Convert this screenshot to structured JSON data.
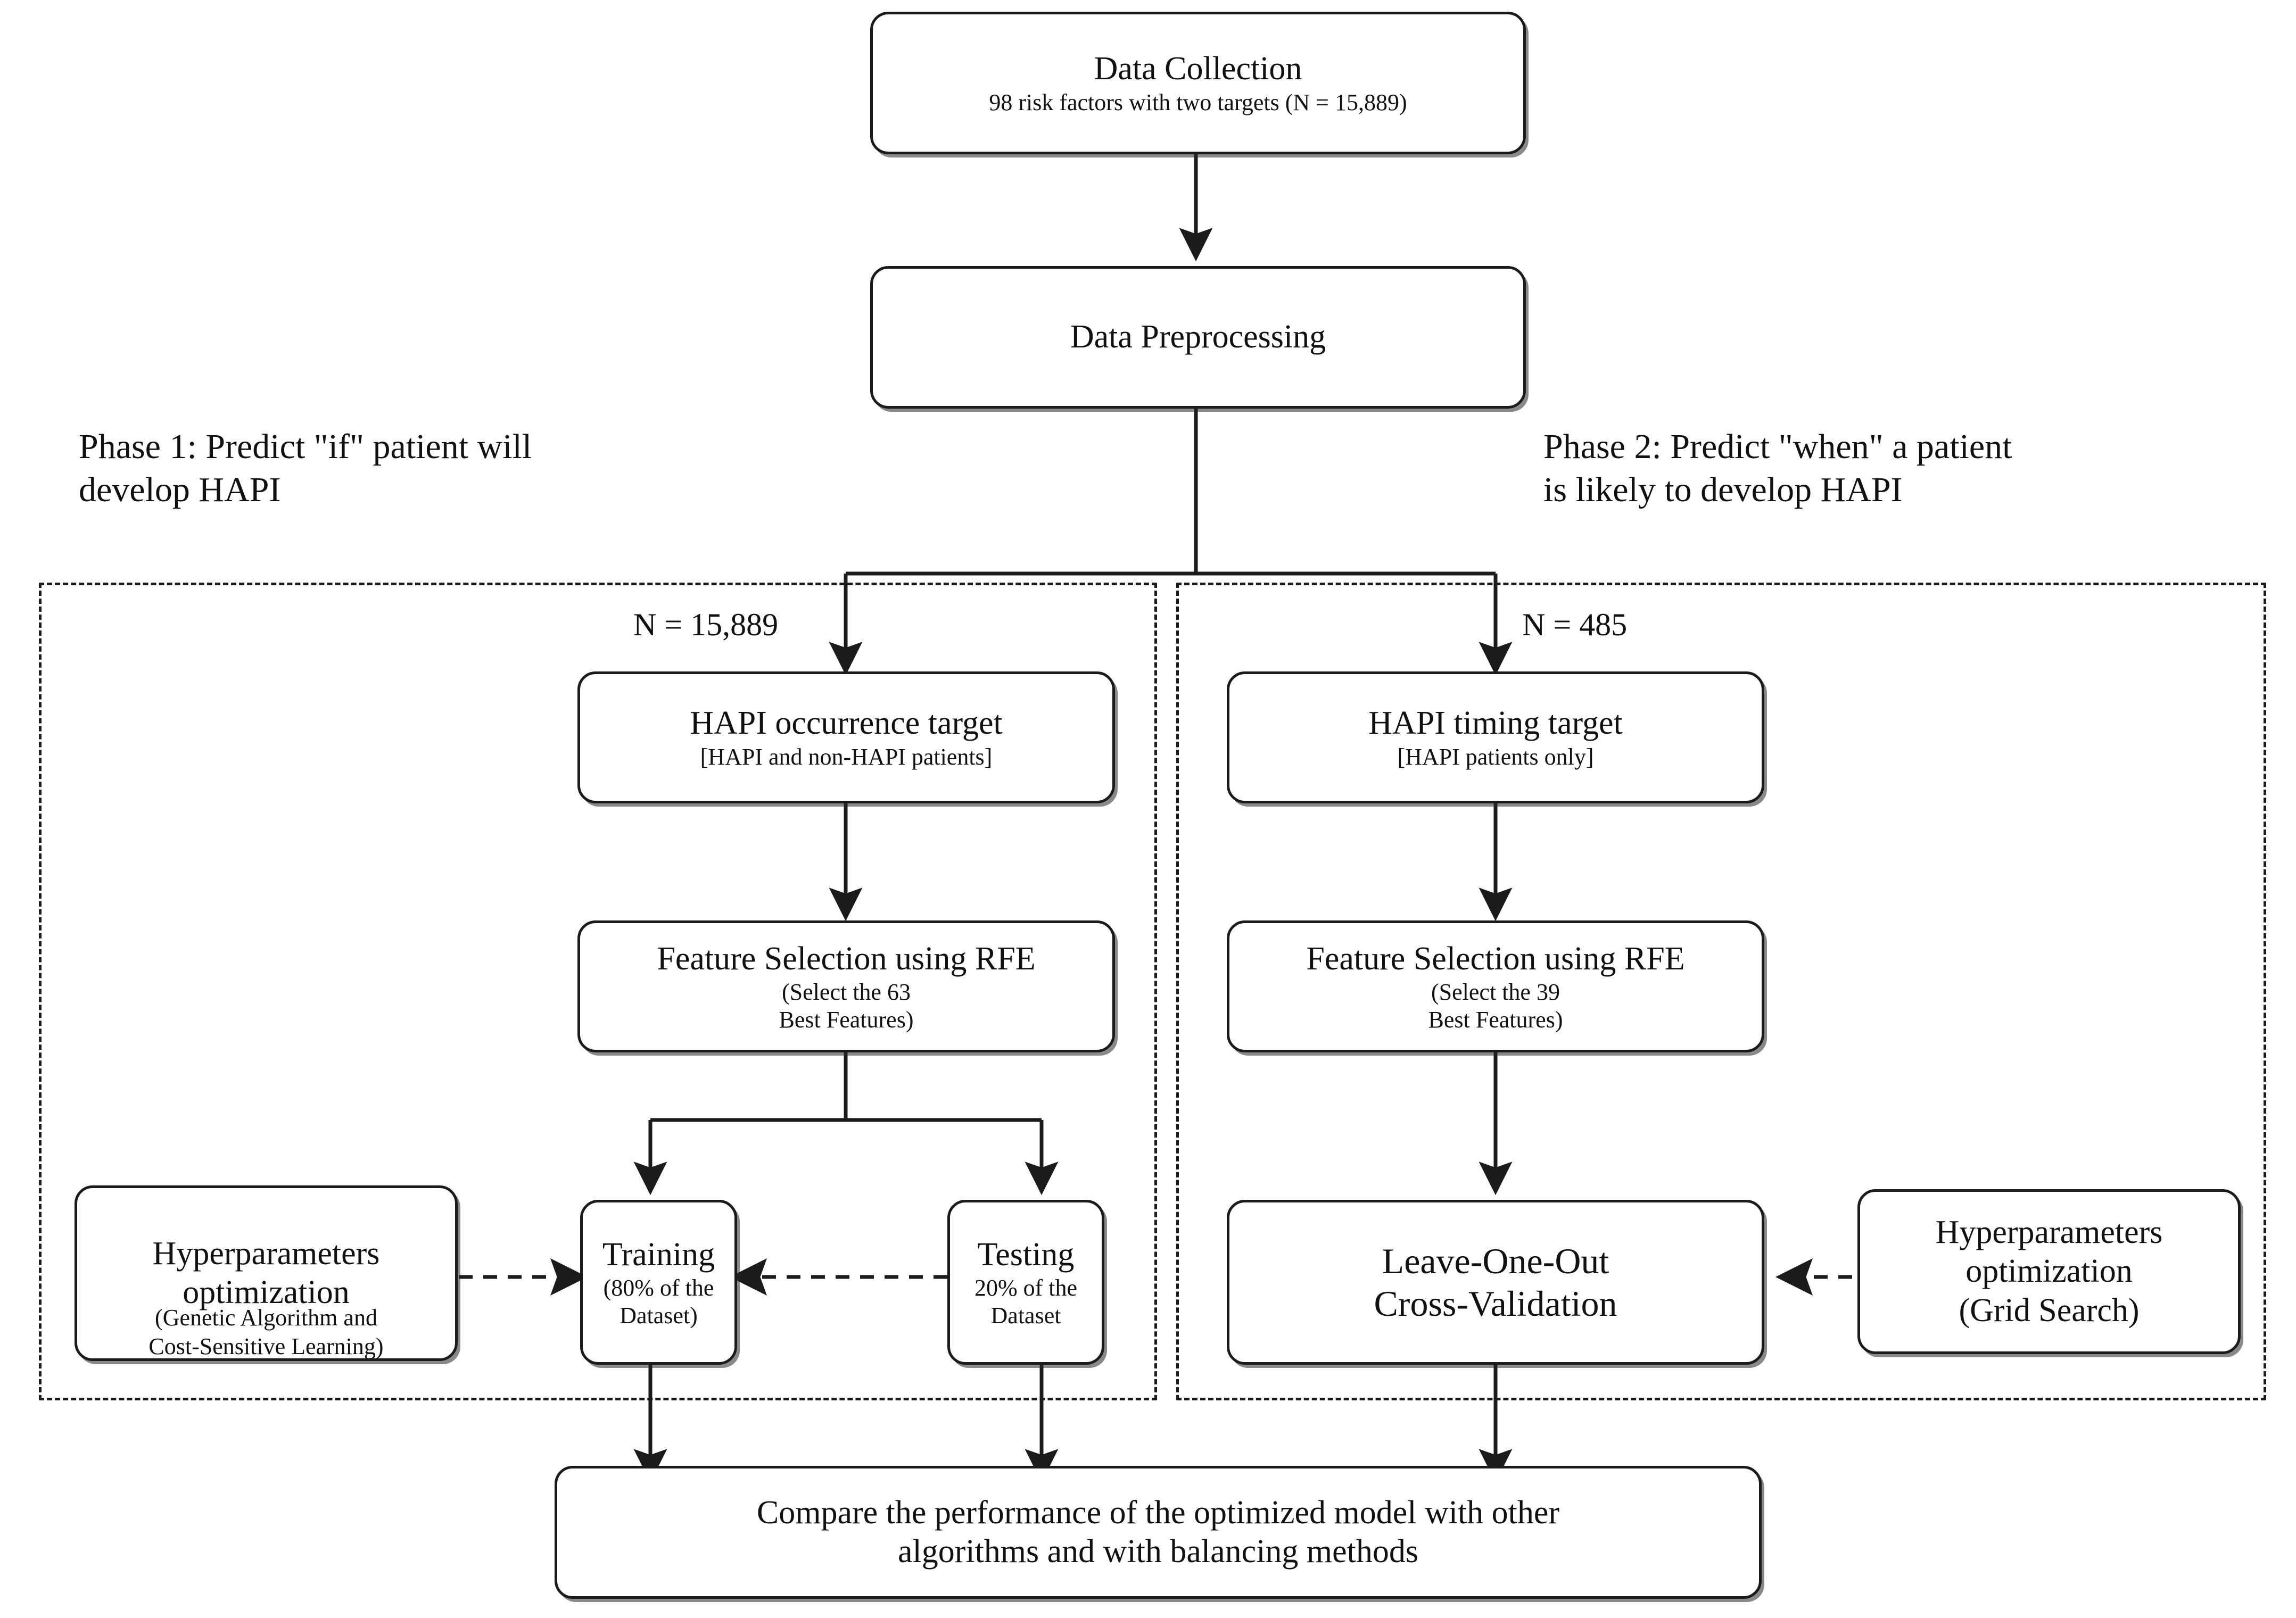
{
  "diagram": {
    "title_flow": "HAPI prediction methodology flowchart",
    "phases": {
      "phase1": "Phase 1: Predict \"if\" patient will\ndevelop HAPI",
      "phase2": "Phase 2: Predict \"when\" a patient\nis likely to develop HAPI"
    },
    "edge_labels": {
      "left_n": "N = 15,889",
      "right_n": "N = 485"
    },
    "nodes": {
      "data_collection": {
        "line1": "Data Collection",
        "line2": "98 risk factors with two targets (N = 15,889)"
      },
      "data_preprocessing": {
        "line1": "Data Preprocessing"
      },
      "hapi_occurrence": {
        "line1": "HAPI occurrence target",
        "line2": "[HAPI and non-HAPI patients]"
      },
      "hapi_timing": {
        "line1": "HAPI timing target",
        "line2": "[HAPI patients only]"
      },
      "feature_selection_left": {
        "line1": "Feature Selection using RFE",
        "line2": "(Select the 63",
        "line3": "Best Features)"
      },
      "feature_selection_right": {
        "line1": "Feature Selection using RFE",
        "line2": "(Select the 39",
        "line3": "Best Features)"
      },
      "hyperparam_left": {
        "line1": "Hyperparameters",
        "line2": "optimization",
        "line3": "(Genetic Algorithm and",
        "line4": "Cost-Sensitive Learning)"
      },
      "training": {
        "line1": "Training",
        "line2": "(80% of the",
        "line3": "Dataset)"
      },
      "testing": {
        "line1": "Testing",
        "line2": "20% of the",
        "line3": "Dataset"
      },
      "loocv": {
        "line1": "Leave-One-Out",
        "line2": "Cross-Validation"
      },
      "hyperparam_right": {
        "line1": "Hyperparameters",
        "line2": "optimization",
        "line3": "(Grid Search)"
      },
      "compare": {
        "line1": "Compare the performance of the optimized model with other",
        "line2": "algorithms and with balancing methods"
      }
    },
    "colors": {
      "stroke": "#1b1b1b",
      "background": "#ffffff",
      "text": "#111111"
    }
  }
}
